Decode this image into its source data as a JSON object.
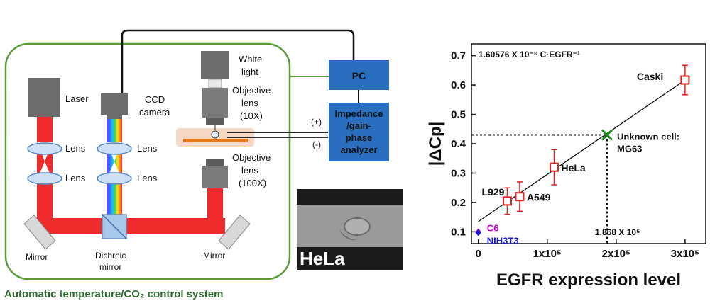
{
  "schematic": {
    "system_caption": "Automatic temperature/CO₂ control system",
    "components": {
      "laser": "Laser",
      "ccd_line1": "CCD",
      "ccd_line2": "camera",
      "lens_left_1": "Lens",
      "lens_left_2": "Lens",
      "lens_mid_1": "Lens",
      "lens_mid_2": "Lens",
      "white_light_line1": "White",
      "white_light_line2": "light",
      "objective_top_line1": "Objective",
      "objective_top_line2": "lens",
      "objective_top_line3": "(10X)",
      "objective_bottom_line1": "Objective",
      "objective_bottom_line2": "lens",
      "objective_bottom_line3": "(100X)",
      "mirror_left": "Mirror",
      "mirror_right": "Mirror",
      "dichroic_line1": "Dichroic",
      "dichroic_line2": "mirror",
      "pc": "PC",
      "analyzer_line1": "Impedance",
      "analyzer_line2": "/gain-",
      "analyzer_line3": "phase",
      "analyzer_line4": "analyzer",
      "electrode_plus": "(+)",
      "electrode_minus": "(-)"
    },
    "photo_label": "HeLa",
    "colors": {
      "frame": "#5a9a3c",
      "caption": "#2e6b2e",
      "beam": "#ee2a2a",
      "box": "#2a6fbf",
      "optics": "#777777"
    }
  },
  "chart_data": {
    "type": "scatter",
    "xlabel": "EGFR expression level",
    "ylabel": "|ΔCp|",
    "xlim": [
      -10000,
      330000
    ],
    "ylim": [
      0.06,
      0.74
    ],
    "x_ticks": [
      {
        "value": 0,
        "label": "0"
      },
      {
        "value": 100000,
        "label": "1x10⁵"
      },
      {
        "value": 200000,
        "label": "2x10⁵"
      },
      {
        "value": 300000,
        "label": "3x10⁵"
      }
    ],
    "y_ticks": [
      0.1,
      0.2,
      0.3,
      0.4,
      0.5,
      0.6,
      0.7
    ],
    "fit_annotation": "1.60576 X 10⁻⁶ C·EGFR⁻¹",
    "fit_line": {
      "x0": 0,
      "y0": 0.135,
      "x1": 300000,
      "y1": 0.617
    },
    "points": [
      {
        "name": "L929",
        "x": 42000,
        "y": 0.205,
        "err": 0.045,
        "color": "#e02020"
      },
      {
        "name": "A549",
        "x": 60000,
        "y": 0.22,
        "err": 0.05,
        "color": "#e02020"
      },
      {
        "name": "HeLa",
        "x": 110000,
        "y": 0.32,
        "err": 0.06,
        "color": "#e02020"
      },
      {
        "name": "Caski",
        "x": 300000,
        "y": 0.617,
        "err": 0.05,
        "color": "#e02020"
      }
    ],
    "low_points": [
      {
        "name": "C6",
        "x": 0,
        "y": 0.1,
        "color": "#d400d4"
      },
      {
        "name": "NIH3T3",
        "x": 0,
        "y": 0.097,
        "color": "#1a1ad4"
      }
    ],
    "unknown": {
      "name_line1": "Unknown cell:",
      "name_line2": "MG63",
      "x": 186800,
      "y": 0.43,
      "color": "#1f8a1f"
    },
    "unknown_x_label": "1.868 X 10⁵"
  }
}
